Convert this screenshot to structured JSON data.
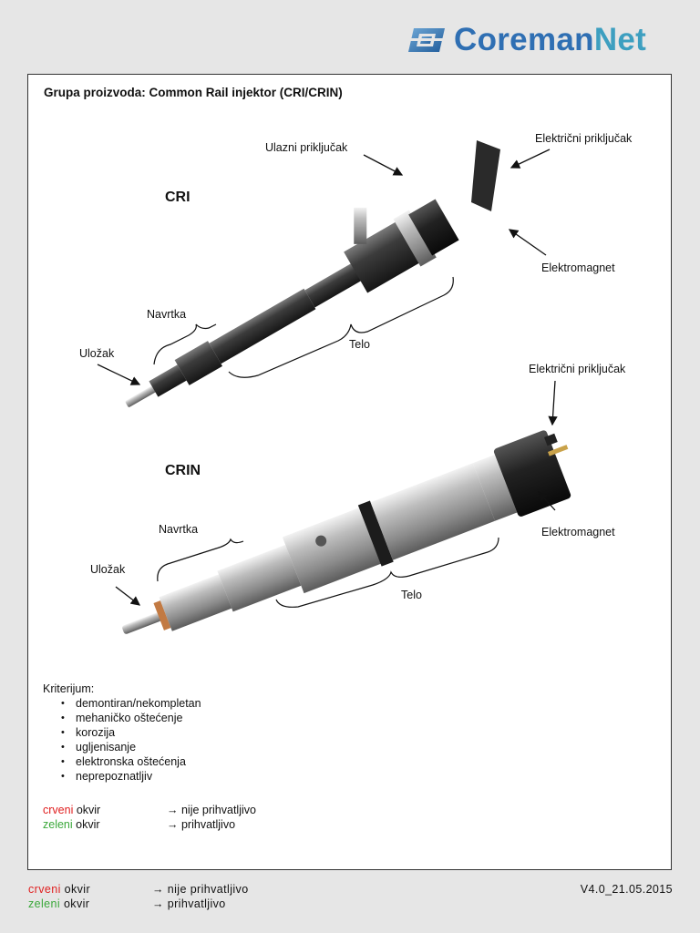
{
  "brand": {
    "logo_core": "Coreman",
    "logo_net": "Net"
  },
  "document": {
    "title": "Grupa proizvoda: Common Rail injektor (CRI/CRIN)",
    "cri": {
      "heading": "CRI",
      "labels": {
        "inlet": "Ulazni priključak",
        "electrical": "Električni priključak",
        "solenoid": "Elektromagnet",
        "nut": "Navrtka",
        "nozzle": "Uložak",
        "body": "Telo"
      }
    },
    "crin": {
      "heading": "CRIN",
      "labels": {
        "electrical": "Električni priključak",
        "solenoid": "Elektromagnet",
        "nut": "Navrtka",
        "nozzle": "Uložak",
        "body": "Telo"
      }
    },
    "criteria": {
      "heading": "Kriterijum:",
      "items": [
        "demontiran/nekompletan",
        "mehaničko oštećenje",
        "korozija",
        "ugljenisanje",
        "elektronska oštećenja",
        "neprepoznatljiv"
      ]
    },
    "legend": {
      "red_word": "crveni",
      "green_word": "zeleni",
      "frame_word": "okvir",
      "red_result": "→ nije prihvatljivo",
      "green_result": "→ prihvatljivo"
    }
  },
  "footer": {
    "red_word": "crveni",
    "green_word": "zeleni",
    "frame_word": "okvir",
    "red_result": "→ nije prihvatljivo",
    "green_result": "→ prihvatljivo",
    "version": "V4.0_21.05.2015"
  },
  "colors": {
    "red": "#e02020",
    "green": "#3aa83a",
    "logo_blue": "#2f6fb3",
    "logo_teal": "#3d9fc0"
  }
}
